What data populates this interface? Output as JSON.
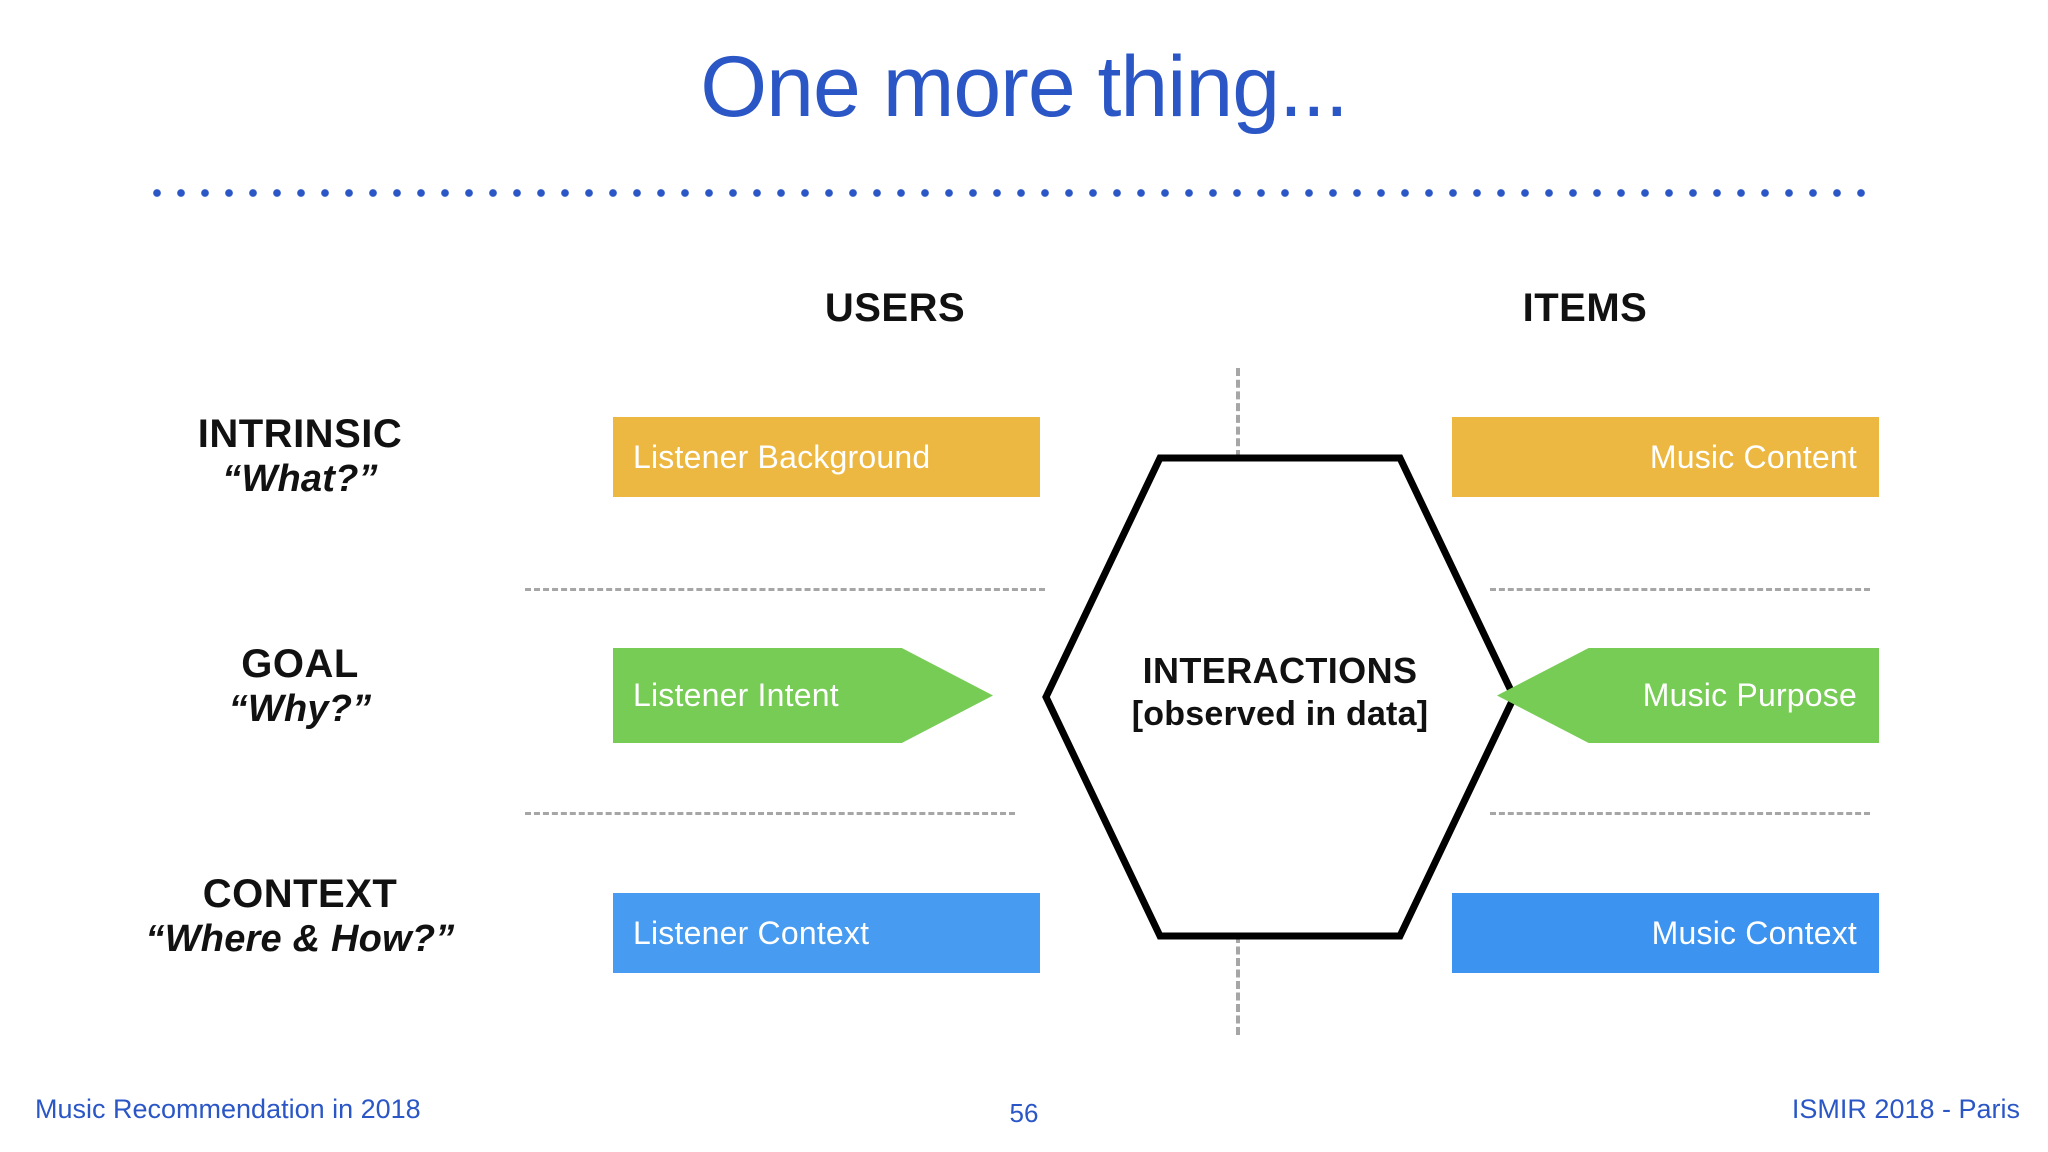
{
  "slide": {
    "title": "One more thing...",
    "page_number": "56",
    "accent_color": "#2a56c6"
  },
  "footer": {
    "left": "Music Recommendation in 2018",
    "right": "ISMIR 2018 - Paris"
  },
  "diagram": {
    "columns": [
      {
        "label": "USERS"
      },
      {
        "label": "ITEMS"
      }
    ],
    "rows": [
      {
        "title": "INTRINSIC",
        "question": "“What?”"
      },
      {
        "title": "GOAL",
        "question": "“Why?”"
      },
      {
        "title": "CONTEXT",
        "question": "“Where & How?”"
      }
    ],
    "center": {
      "line1": "INTERACTIONS",
      "line2": "[observed in data]",
      "shape": "hexagon"
    },
    "blocks": {
      "listener_background": {
        "label": "Listener Background",
        "color": "#edb842",
        "shape": "rectangle"
      },
      "music_content": {
        "label": "Music Content",
        "color": "#edb842",
        "shape": "rectangle"
      },
      "listener_intent": {
        "label": "Listener Intent",
        "color": "#77cc55",
        "shape": "arrow-right"
      },
      "music_purpose": {
        "label": "Music Purpose",
        "color": "#77cc55",
        "shape": "arrow-left"
      },
      "listener_context": {
        "label": "Listener Context",
        "color": "#479bf0",
        "shape": "rectangle"
      },
      "music_context": {
        "label": "Music Context",
        "color": "#3d93f0",
        "shape": "rectangle"
      }
    }
  }
}
